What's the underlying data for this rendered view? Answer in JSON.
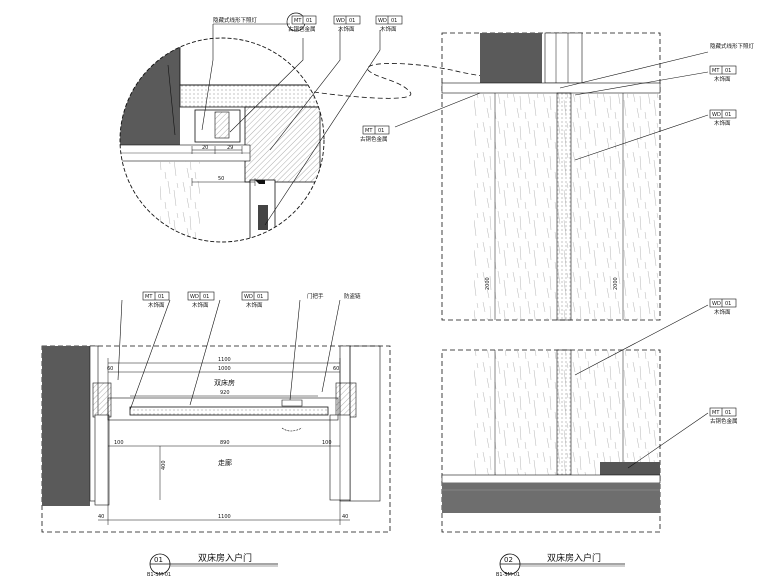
{
  "labels": {
    "concealed_light": "隐藏式线形下照灯",
    "bronze_metal": "古铜色金属",
    "wood_veneer": "木饰面",
    "door_handle": "门把手",
    "door_stop": "防盗链",
    "double_room": "双床房",
    "corridor": "走廊"
  },
  "tags": {
    "mt": "MT",
    "wd": "WD",
    "num": "01"
  },
  "dims": {
    "d20": "20",
    "d29": "29",
    "d50": "50",
    "d1100": "1100",
    "d1000": "1000",
    "d920": "920",
    "d890": "890",
    "d100": "100",
    "d400": "400",
    "d40": "40",
    "d60": "60",
    "d2000": "2000"
  },
  "views": [
    {
      "num": "01",
      "sheet": "B1-SM-01",
      "title": "双床房入户门"
    },
    {
      "num": "02",
      "sheet": "B1-SM-01",
      "title": "双床房入户门"
    }
  ],
  "colors": {
    "ink": "#111111",
    "wall_dark": "#5a5a5a",
    "floor_dark": "#6e6e6e",
    "hatch": "#888888"
  }
}
